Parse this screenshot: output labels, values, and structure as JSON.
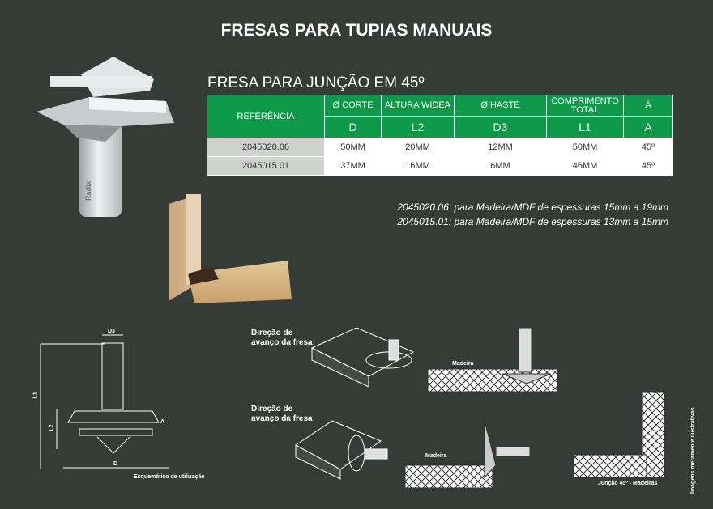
{
  "page": {
    "title": "FRESAS PARA TUPIAS MANUAIS"
  },
  "section": {
    "title": "FRESA PARA JUNÇÃO EM 45º"
  },
  "table": {
    "headers_top": [
      "REFERÊNCIA",
      "Ø CORTE",
      "ALTURA WIDEA",
      "Ø HASTE",
      "COMPRIMENTO TOTAL",
      "Â"
    ],
    "headers_sub": [
      "D",
      "L2",
      "D3",
      "L1",
      "A"
    ],
    "rows": [
      {
        "ref": "2045020.06",
        "d": "50MM",
        "l2": "20MM",
        "d3": "12MM",
        "l1": "50MM",
        "a": "45º"
      },
      {
        "ref": "2045015.01",
        "d": "37MM",
        "l2": "16MM",
        "d3": "6MM",
        "l1": "46MM",
        "a": "45º"
      }
    ]
  },
  "notes": [
    "2045020.06: para Madeira/MDF de espessuras 15mm a 19mm",
    "2045015.01: para Madeira/MDF de espessuras 13mm a 15mm"
  ],
  "diagram": {
    "brand": "Radix",
    "dim_d3": "D3",
    "dim_l1": "L1",
    "dim_l2": "L2",
    "dim_d": "D",
    "dim_a": "A",
    "schematic_caption": "Esquemático de utilização",
    "direction_label_1": "Direção de avanço da fresa",
    "direction_label_2": "Direção de avanço da fresa",
    "wood_label_1": "Madeira",
    "wood_label_2": "Madeira",
    "joint_caption": "Junção 45º - Madeiras",
    "illustrative_note": "Imagens meramente ilustrativas"
  },
  "colors": {
    "background": "#353c37",
    "table_green": "#0d9a48",
    "ref_grey": "#cfd1cf"
  }
}
